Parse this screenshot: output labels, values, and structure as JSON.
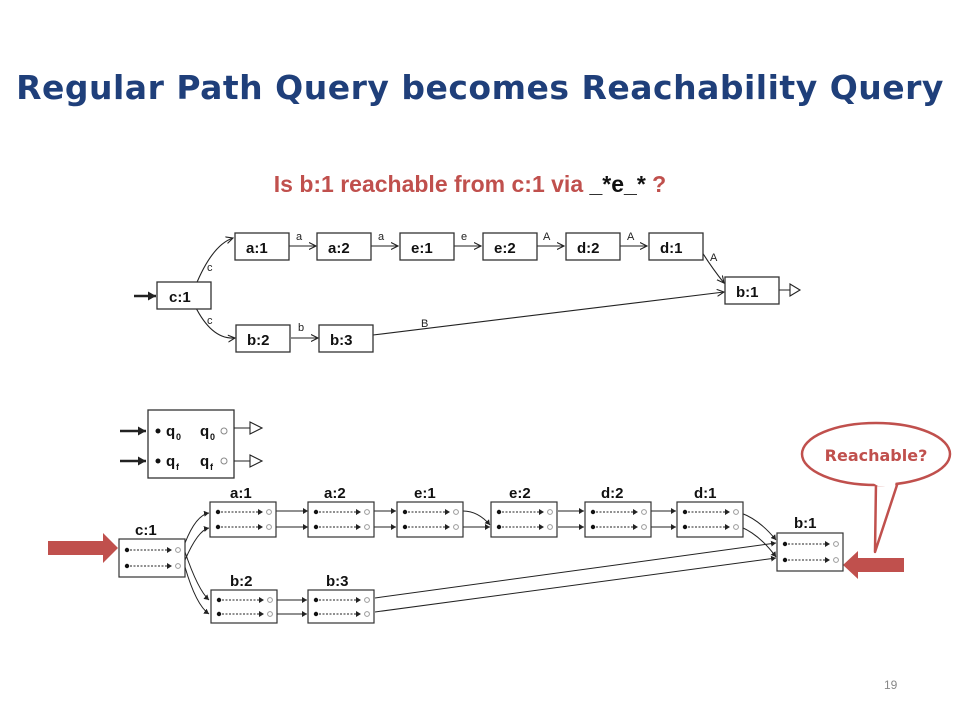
{
  "slide": {
    "title": "Regular Path Query becomes Reachability Query",
    "question_prefix": "Is b:1 reachable from c:1 via ",
    "question_pattern": "_*e_*",
    "question_suffix": " ?",
    "page_number": "19"
  },
  "top_graph": {
    "nodes": {
      "c1": "c:1",
      "a1": "a:1",
      "a2": "a:2",
      "e1": "e:1",
      "e2": "e:2",
      "d2": "d:2",
      "d1": "d:1",
      "b1": "b:1",
      "b2": "b:2",
      "b3": "b:3"
    },
    "edge_labels": {
      "c1_a1": "c",
      "c1_b2": "c",
      "a1_a2": "a",
      "a2_e1": "a",
      "e1_e2": "e",
      "e2_d2": "A",
      "d2_d1": "A",
      "d1_b1": "A",
      "b2_b3": "b",
      "b3_b1": "B"
    }
  },
  "automaton": {
    "start_state": "q0",
    "final_state": "qf",
    "labels": [
      "q",
      "0",
      "q",
      "0",
      "q",
      "f",
      "q",
      "f"
    ]
  },
  "product_graph": {
    "nodes": {
      "c1": "c:1",
      "a1": "a:1",
      "a2": "a:2",
      "e1": "e:1",
      "e2": "e:2",
      "d2": "d:2",
      "d1": "d:1",
      "b1": "b:1",
      "b2": "b:2",
      "b3": "b:3"
    }
  },
  "callout": {
    "text": "Reachable?"
  },
  "colors": {
    "title": "#1f3f7a",
    "accent": "#c0504d",
    "arrow": "#c0504d"
  }
}
